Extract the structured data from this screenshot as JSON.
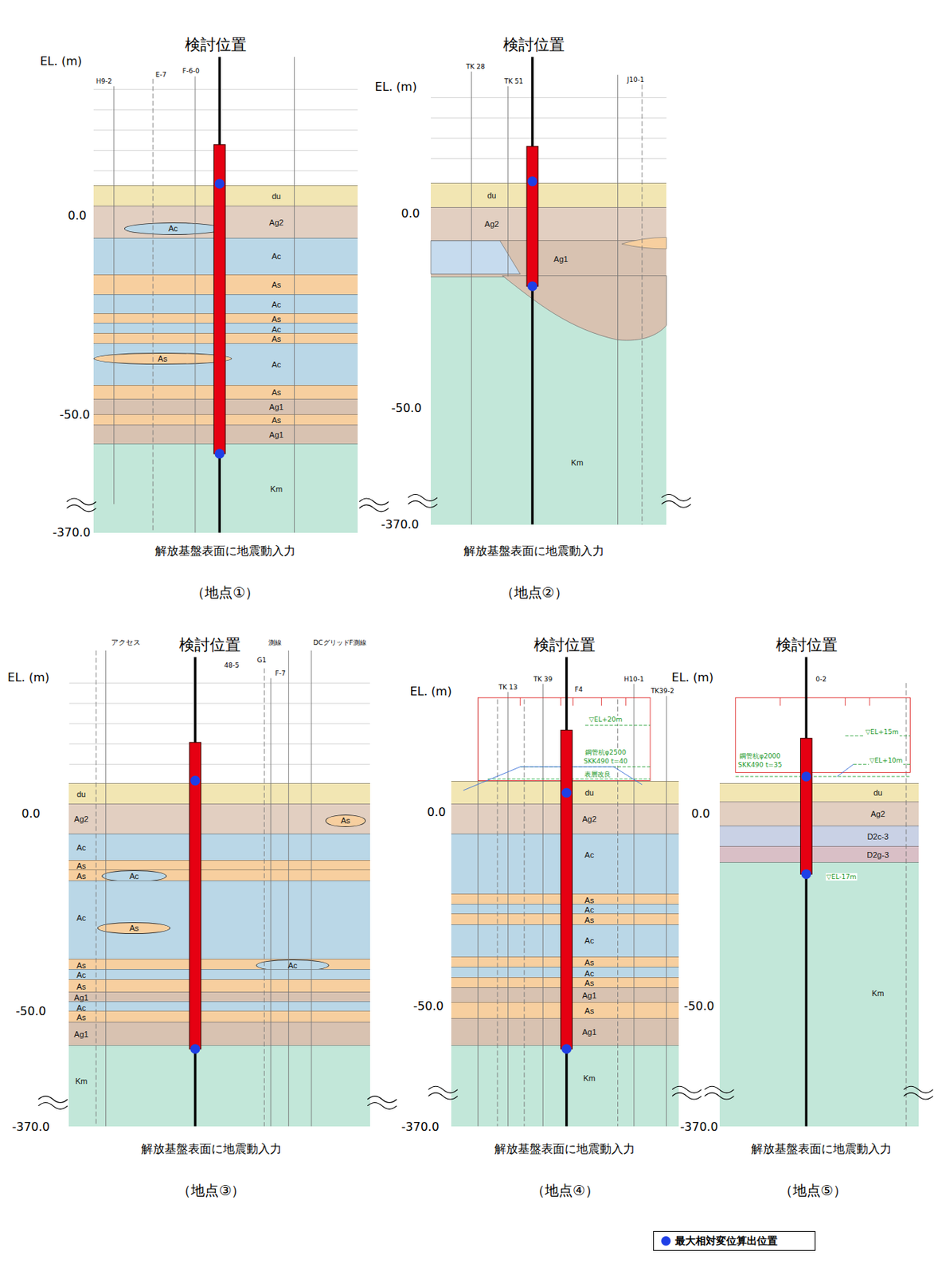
{
  "diagram": {
    "nodes": [
      {
        "text": [
          "du"
        ]
      },
      {
        "text": [
          "Ag2"
        ]
      },
      {
        "text": [
          "Ac"
        ],
        "in": 1
      },
      {
        "text": [
          "Ac"
        ]
      },
      {
        "text": [
          "As"
        ]
      },
      {
        "text": [
          "Ac"
        ]
      },
      {
        "text": [
          "As"
        ]
      },
      {
        "text": [
          "Ac"
        ]
      },
      {
        "text": [
          "As"
        ]
      },
      {
        "text": [
          "Ac"
        ]
      },
      {
        "text": [
          "As"
        ],
        "in": 9
      },
      {
        "text": [
          "As"
        ]
      },
      {
        "text": [
          "Ag1"
        ]
      },
      {
        "text": [
          "As"
        ]
      },
      {
        "text": [
          "Ag1"
        ]
      },
      {
        "text": [
          "Km"
        ]
      },
      {
        "text": [
          "du"
        ]
      },
      {
        "text": [
          "Ag2"
        ]
      },
      {
        "text": [
          "Ag1"
        ]
      },
      {
        "text": [
          "Km"
        ]
      },
      {
        "text": [
          "du"
        ]
      },
      {
        "text": [
          "Ag2"
        ]
      },
      {
        "text": [
          "As"
        ],
        "in": 21
      },
      {
        "text": [
          "Ac"
        ]
      },
      {
        "text": [
          "As"
        ]
      },
      {
        "text": [
          "As"
        ]
      },
      {
        "text": [
          "Ac"
        ],
        "in": 25
      },
      {
        "text": [
          "Ac"
        ]
      },
      {
        "text": [
          "As"
        ],
        "in": 27
      },
      {
        "text": [
          "As"
        ]
      },
      {
        "text": [
          "Ac"
        ],
        "in": 29
      },
      {
        "text": [
          "Ac"
        ]
      },
      {
        "text": [
          "As"
        ]
      },
      {
        "text": [
          "Ag1"
        ]
      },
      {
        "text": [
          "Ac"
        ]
      },
      {
        "text": [
          "As"
        ]
      },
      {
        "text": [
          "Ag1"
        ]
      },
      {
        "text": [
          "Km"
        ]
      },
      {
        "text": [
          "du"
        ]
      },
      {
        "text": [
          "Ag2"
        ]
      },
      {
        "text": [
          "Ac"
        ]
      },
      {
        "text": [
          "As"
        ]
      },
      {
        "text": [
          "Ac"
        ]
      },
      {
        "text": [
          "As"
        ]
      },
      {
        "text": [
          "Ac"
        ]
      },
      {
        "text": [
          "As"
        ]
      },
      {
        "text": [
          "Ac"
        ]
      },
      {
        "text": [
          "As"
        ]
      },
      {
        "text": [
          "Ag1"
        ]
      },
      {
        "text": [
          "As"
        ]
      },
      {
        "text": [
          "Ag1"
        ]
      },
      {
        "text": [
          "Km"
        ]
      },
      {
        "text": [
          "du"
        ]
      },
      {
        "text": [
          "Ag2"
        ]
      },
      {
        "text": [
          "D2c-3"
        ]
      },
      {
        "text": [
          "D2g-3"
        ]
      },
      {
        "text": [
          "Km"
        ]
      }
    ],
    "labels": [
      "検討位置",
      "EL. (m)",
      "0.0",
      "-50.0",
      "-370.0",
      "解放基盤表面に地震動入力",
      "（地点①）",
      "H9-2",
      "E-7",
      "F-6-0",
      "検討位置",
      "EL. (m)",
      "0.0",
      "-50.0",
      "-370.0",
      "解放基盤表面に地震動入力",
      "（地点②）",
      "TK 28",
      "TK 51",
      "J10-1",
      "検討位置",
      "EL. (m)",
      "0.0",
      "-50.0",
      "-370.0",
      "解放基盤表面に地震動入力",
      "（地点③）",
      "アクセス",
      "測線",
      "DCグリッドF測線",
      "48-5",
      "G1",
      "F-7",
      "検討位置",
      "EL. (m)",
      "0.0",
      "-50.0",
      "-370.0",
      "解放基盤表面に地震動入力",
      "（地点④）",
      "TK 13",
      "TK 39",
      "F4",
      "H10-1",
      "TK39-2",
      "▽EL+20m",
      "鋼管杭φ2500",
      "SKK490 t=40",
      "表層改良",
      "検討位置",
      "EL. (m)",
      "0.0",
      "-50.0",
      "-370.0",
      "解放基盤表面に地震動入力",
      "（地点⑤）",
      "0-2",
      "鋼管杭φ2000",
      "SKK490 t=35",
      "▽EL+15m",
      "▽EL+10m",
      "▽EL-17m"
    ],
    "legend": [
      {
        "text": "最大相対変位算出位置",
        "color": "#1f3fe6"
      }
    ]
  }
}
